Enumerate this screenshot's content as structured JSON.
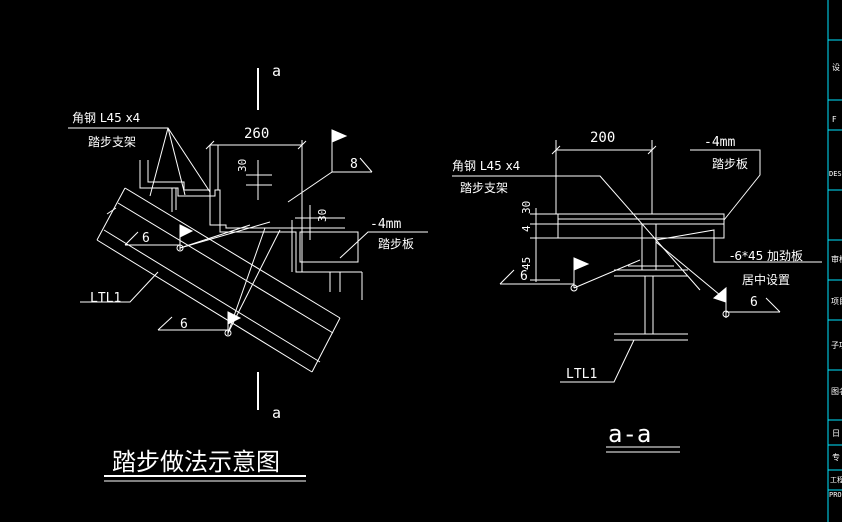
{
  "colors": {
    "background": "#000000",
    "line": "#ffffff",
    "frame": "#00e5ff",
    "red": "#ff3030",
    "yellow": "#ffff00"
  },
  "left_view": {
    "section_mark_top": "a",
    "section_mark_bottom": "a",
    "dim_width": "260",
    "dim_30_a": "30",
    "dim_30_b": "30",
    "angle_label_line1": "角钢 L45 x4",
    "angle_label_line2": "踏步支架",
    "plate_label": "-4mm",
    "plate_name": "踏步板",
    "beam_label": "LTL1",
    "weld_6_a": "6",
    "weld_6_b": "6",
    "weld_8": "8",
    "title": "踏步做法示意图"
  },
  "right_view": {
    "dim_width": "200",
    "dim_30": "30",
    "dim_4": "4",
    "dim_45": "45",
    "angle_label_line1": "角钢 L45 x4",
    "angle_label_line2": "踏步支架",
    "plate_label": "-4mm",
    "plate_name": "踏步板",
    "stiffener_label": "-6*45 加劲板",
    "stiffener_note": "居中设置",
    "weld_6_a": "6",
    "weld_6_b": "6",
    "beam_label": "LTL1",
    "section_title": "a-a"
  },
  "title_block": {
    "cells": [
      "设",
      "F",
      "DES",
      "审核",
      "项目",
      "子项",
      "图名",
      "日",
      "专",
      "工程",
      "PRO"
    ]
  }
}
